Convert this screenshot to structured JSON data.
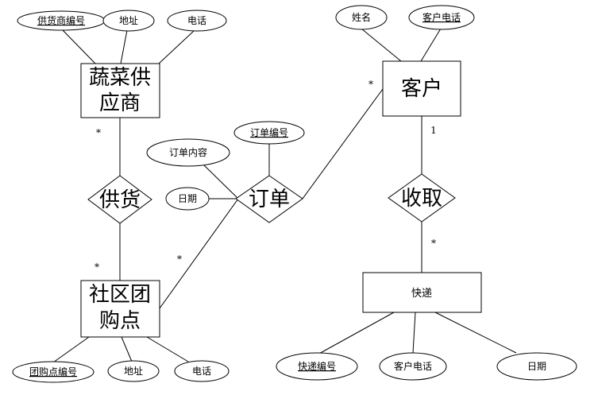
{
  "entities": {
    "supplier": {
      "line1": "蔬菜供",
      "line2": "应商"
    },
    "customer": {
      "label": "客户"
    },
    "community": {
      "line1": "社区团",
      "line2": "购点"
    },
    "express": {
      "label": "快递"
    }
  },
  "relationships": {
    "supply": "供货",
    "order": "订单",
    "receive": "收取"
  },
  "attributes": {
    "supplier_id": "供货商编号",
    "supplier_address": "地址",
    "supplier_phone": "电话",
    "customer_name": "姓名",
    "customer_phone": "客户电话",
    "order_content": "订单内容",
    "order_id": "订单编号",
    "order_date": "日期",
    "community_id": "团购点编号",
    "community_address": "地址",
    "community_phone": "电话",
    "express_id": "快递编号",
    "express_customer_phone": "客户电话",
    "express_date": "日期"
  },
  "cardinalities": {
    "supplier_supply": "*",
    "community_supply": "*",
    "community_order": "*",
    "customer_order": "*",
    "customer_receive": "1",
    "express_receive": "*"
  }
}
